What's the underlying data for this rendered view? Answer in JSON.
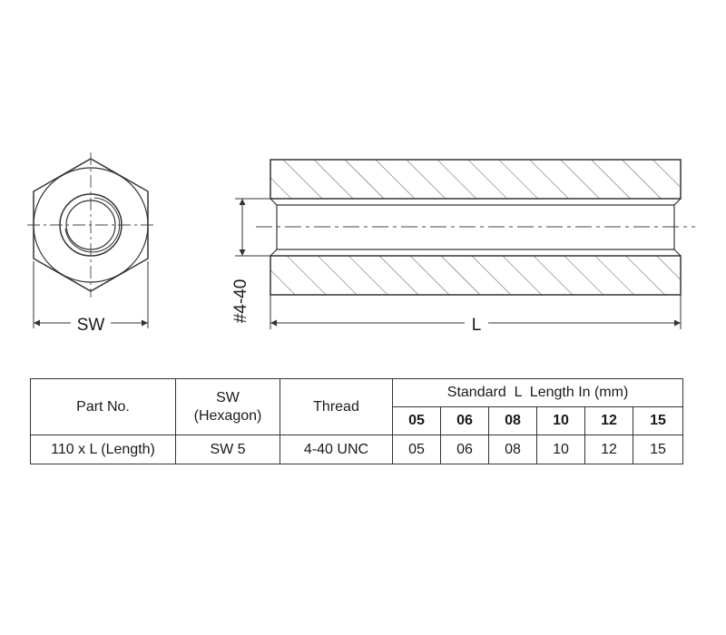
{
  "drawing": {
    "front_view_dimension": "SW",
    "thread_dimension": "#4-40",
    "length_dimension": "L"
  },
  "table": {
    "headers": {
      "part_no": "Part No.",
      "sw_line1": "SW",
      "sw_line2": "(Hexagon)",
      "thread": "Thread",
      "standard_length": "Standard  L  Length In (mm)"
    },
    "length_columns": [
      "05",
      "06",
      "08",
      "10",
      "12",
      "15"
    ],
    "row": {
      "part_no": "110 x L (Length)",
      "sw": "SW 5",
      "thread": "4-40 UNC",
      "lengths": [
        "05",
        "06",
        "08",
        "10",
        "12",
        "15"
      ]
    }
  }
}
